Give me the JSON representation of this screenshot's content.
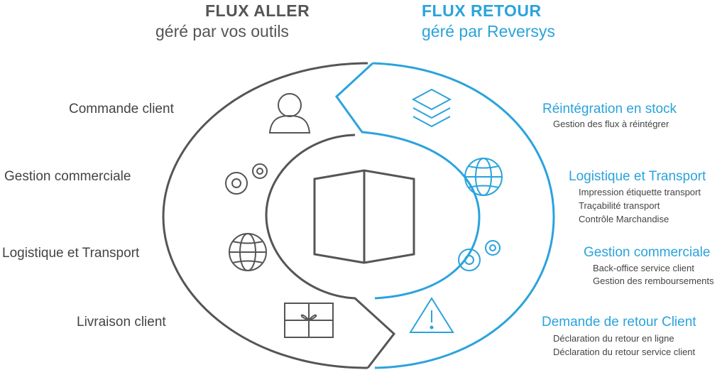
{
  "header": {
    "left_title": "FLUX ALLER",
    "left_subtitle": "géré par vos outils",
    "right_title": "FLUX RETOUR",
    "right_subtitle": "géré par Reversys"
  },
  "left_steps": [
    {
      "label": "Commande client",
      "icon": "person-icon"
    },
    {
      "label": "Gestion commerciale",
      "icon": "gears-icon"
    },
    {
      "label": "Logistique et Transport",
      "icon": "globe-icon"
    },
    {
      "label": "Livraison client",
      "icon": "gift-box-icon"
    }
  ],
  "right_steps": [
    {
      "title": "Réintégration en stock",
      "lines": [
        "Gestion des flux à réintégrer"
      ],
      "icon": "stack-layers-icon"
    },
    {
      "title": "Logistique et Transport",
      "lines": [
        "Impression étiquette transport",
        "Traçabilité transport",
        "Contrôle Marchandise"
      ],
      "icon": "globe-icon"
    },
    {
      "title": "Gestion commerciale",
      "lines": [
        "Back-office service client",
        "Gestion des remboursements"
      ],
      "icon": "gears-icon"
    },
    {
      "title": "Demande de retour Client",
      "lines": [
        "Déclaration du retour en ligne",
        "Déclaration du retour service client"
      ],
      "icon": "warning-icon"
    }
  ],
  "center_icon": "package-box-icon",
  "colors": {
    "aller": "#555555",
    "retour": "#2aa3dc"
  }
}
